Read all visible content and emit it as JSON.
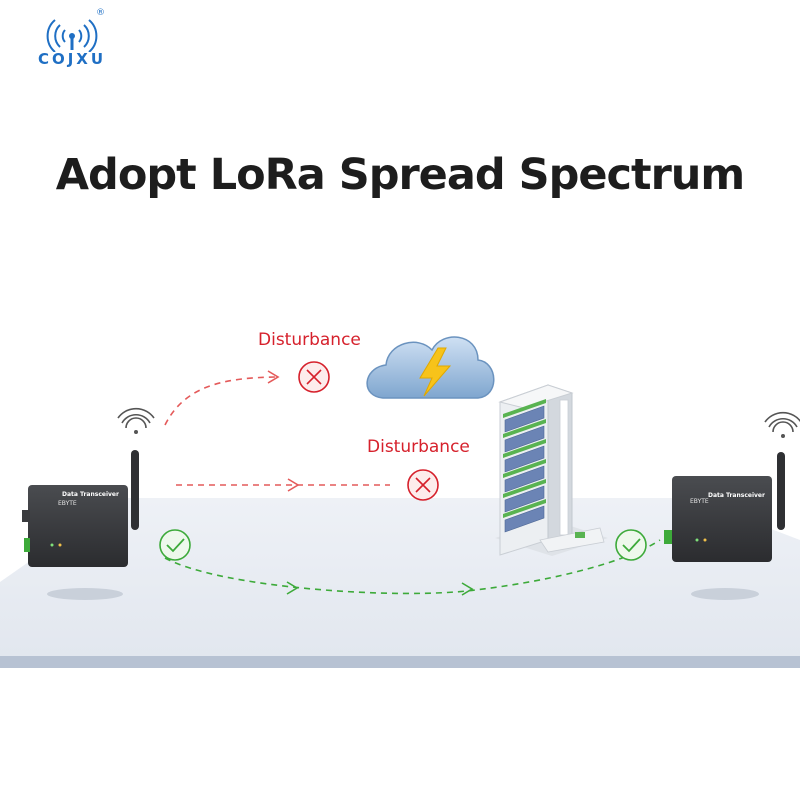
{
  "brand": {
    "name": "COJXU",
    "registered": "®"
  },
  "headline": "Adopt LoRa Spread Spectrum",
  "disturbance_labels": [
    "Disturbance",
    "Disturbance"
  ],
  "device": {
    "brand": "EBYTE",
    "title": "Data Transceiver"
  },
  "colors": {
    "brand_blue": "#1f6fc4",
    "disturbance_red": "#d6212c",
    "ok_green": "#3daa3a",
    "floor": "#e7ebf2",
    "floor_edge": "#b7c2d3"
  },
  "icons": [
    "wifi-signal-icon",
    "error-circle-icon",
    "check-circle-icon",
    "lightning-icon",
    "cloud-icon"
  ]
}
